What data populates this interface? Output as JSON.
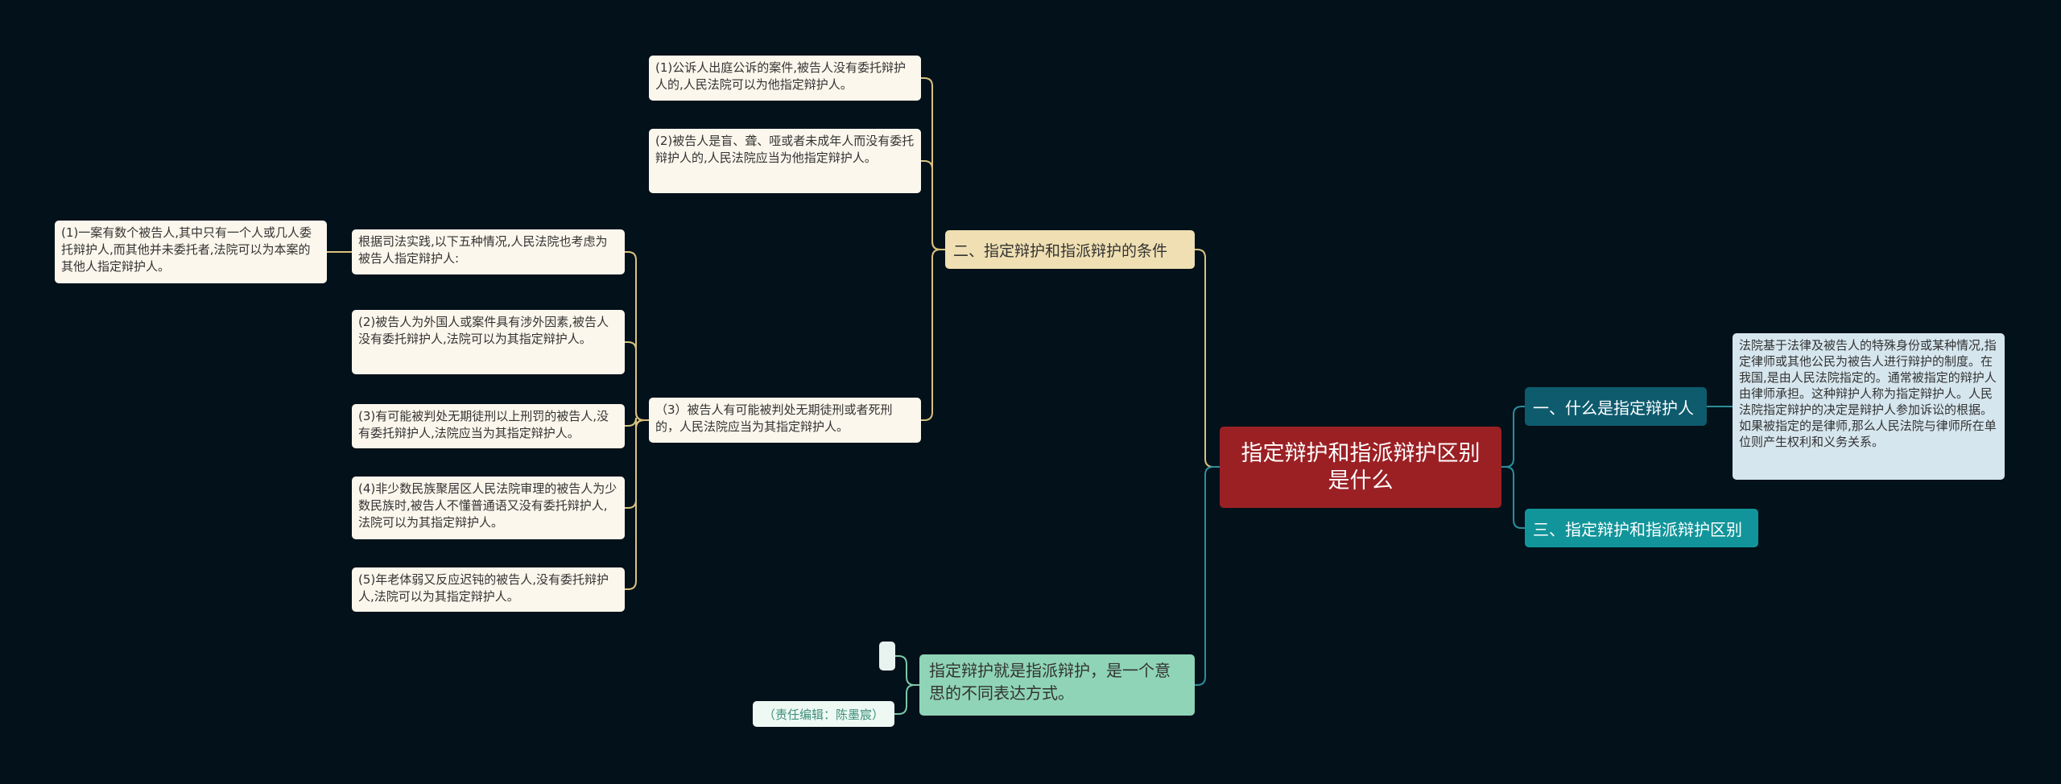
{
  "colors": {
    "background": "#03111a",
    "root": "#9b2024",
    "section_yellow": "#efdfb2",
    "section_teal_dark": "#0e5b6e",
    "section_teal": "#12959a",
    "section_green": "#8fd4b6",
    "leaf": "#fcf7ec",
    "detail": "#d6e6ee",
    "edge_yellow": "#d9c27e",
    "edge_teal": "#2c8f9a",
    "edge_green": "#7cc7a8"
  },
  "root": {
    "title": "指定辩护和指派辩护区别是什么"
  },
  "sections": {
    "what_is": {
      "label": "一、什么是指定辩护人",
      "detail": "法院基于法律及被告人的特殊身份或某种情况,指定律师或其他公民为被告人进行辩护的制度。在我国,是由人民法院指定的。通常被指定的辩护人由律师承担。这种辩护人称为指定辩护人。人民法院指定辩护的决定是辩护人参加诉讼的根据。如果被指定的是律师,那么人民法院与律师所在单位则产生权利和义务关系。"
    },
    "conditions": {
      "label": "二、指定辩护和指派辩护的条件",
      "item1": "(1)公诉人出庭公诉的案件,被告人没有委托辩护人的,人民法院可以为他指定辩护人。",
      "item2": "(2)被告人是盲、聋、哑或者未成年人而没有委托辩护人的,人民法院应当为他指定辩护人。",
      "item3": "（3）被告人有可能被判处无期徒刑或者死刑的，人民法院应当为其指定辩护人。",
      "practice": {
        "label": "根据司法实践,以下五种情况,人民法院也考虑为被告人指定辩护人:",
        "cases": [
          "(1)一案有数个被告人,其中只有一个人或几人委托辩护人,而其他并未委托者,法院可以为本案的其他人指定辩护人。",
          "(2)被告人为外国人或案件具有涉外因素,被告人没有委托辩护人,法院可以为其指定辩护人。",
          "(3)有可能被判处无期徒刑以上刑罚的被告人,没有委托辩护人,法院应当为其指定辩护人。",
          "(4)非少数民族聚居区人民法院审理的被告人为少数民族时,被告人不懂普通语又没有委托辩护人,法院可以为其指定辩护人。",
          "(5)年老体弱又反应迟钝的被告人,没有委托辩护人,法院可以为其指定辩护人。"
        ]
      }
    },
    "difference": {
      "label": "三、指定辩护和指派辩护区别"
    },
    "same_meaning": {
      "label": "指定辩护就是指派辩护，是一个意思的不同表达方式。",
      "editor": "（责任编辑：陈墨宸）",
      "blank_node": ""
    }
  }
}
